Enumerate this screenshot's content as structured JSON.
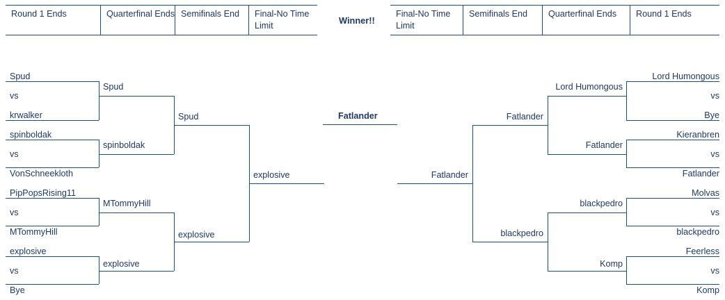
{
  "headers": {
    "left": [
      "Round 1 Ends",
      "Quarterfinal Ends",
      "Semifinals End",
      "Final-No Time Limit"
    ],
    "right": [
      "Final-No Time Limit",
      "Semifinals End",
      "Quarterfinal Ends",
      "Round 1 Ends"
    ],
    "winner_label": "Winner!!"
  },
  "champion": "Fatlander",
  "vs_text": "vs",
  "colors": {
    "line": "#1f4e79",
    "text": "#1f3864"
  },
  "left_bracket": {
    "round1": [
      {
        "top": "Spud",
        "vs": "vs",
        "bottom": "krwalker"
      },
      {
        "top": "spinboldak",
        "vs": "vs",
        "bottom": "VonSchneekloth"
      },
      {
        "top": "PipPopsRising11",
        "vs": "vs",
        "bottom": "MTommyHill"
      },
      {
        "top": "explosive",
        "vs": "vs",
        "bottom": "Bye"
      }
    ],
    "quarterfinals": [
      "Spud",
      "spinboldak",
      "MTommyHill",
      "explosive"
    ],
    "semifinals": [
      "Spud",
      "explosive"
    ],
    "final": "explosive"
  },
  "right_bracket": {
    "round1": [
      {
        "top": "Lord Humongous",
        "vs": "vs",
        "bottom": "Bye"
      },
      {
        "top": "Kieranbren",
        "vs": "vs",
        "bottom": "Fatlander"
      },
      {
        "top": "Molvas",
        "vs": "vs",
        "bottom": "blackpedro"
      },
      {
        "top": "Feerless",
        "vs": "vs",
        "bottom": "Komp"
      }
    ],
    "quarterfinals": [
      "Lord Humongous",
      "Fatlander",
      "blackpedro",
      "Komp"
    ],
    "semifinals": [
      "Fatlander",
      "blackpedro"
    ],
    "final": "Fatlander"
  }
}
